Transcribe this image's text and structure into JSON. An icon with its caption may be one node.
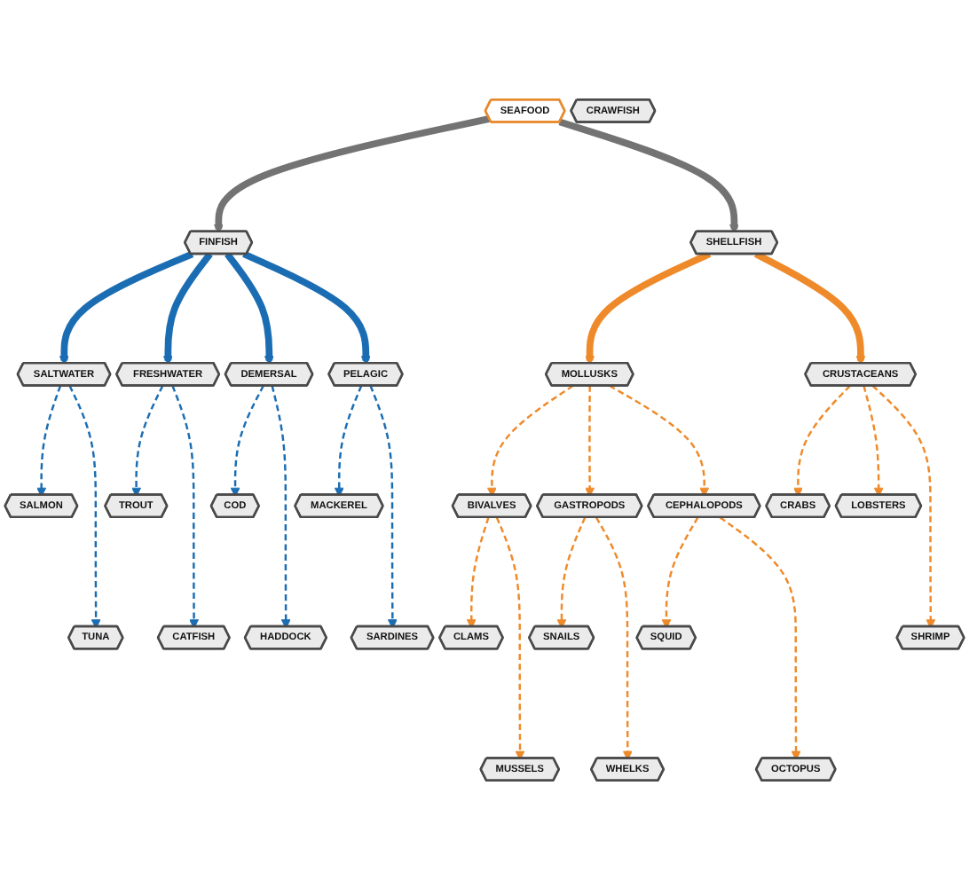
{
  "diagram": {
    "nodes": [
      {
        "text": [
          "SEAFOOD"
        ]
      },
      {
        "text": [
          "FINFISH"
        ]
      },
      {
        "text": [
          "SHELLFISH"
        ]
      },
      {
        "text": [
          "SALTWATER"
        ]
      },
      {
        "text": [
          "FRESHWATER"
        ]
      },
      {
        "text": [
          "DEMERSAL"
        ]
      },
      {
        "text": [
          "PELAGIC"
        ]
      },
      {
        "text": [
          "MOLLUSKS"
        ]
      },
      {
        "text": [
          "CRUSTACEANS"
        ]
      },
      {
        "text": [
          "SALMON"
        ]
      },
      {
        "text": [
          "TROUT"
        ]
      },
      {
        "text": [
          "COD"
        ]
      },
      {
        "text": [
          "MACKEREL"
        ]
      },
      {
        "text": [
          "BIVALVES"
        ]
      },
      {
        "text": [
          "GASTROPODS"
        ]
      },
      {
        "text": [
          "CEPHALOPODS"
        ]
      },
      {
        "text": [
          "CRABS"
        ]
      },
      {
        "text": [
          "LOBSTERS"
        ]
      },
      {
        "text": [
          "TUNA"
        ]
      },
      {
        "text": [
          "CATFISH"
        ]
      },
      {
        "text": [
          "HADDOCK"
        ]
      },
      {
        "text": [
          "SARDINES"
        ]
      },
      {
        "text": [
          "SHRIMP"
        ]
      },
      {
        "text": [
          "CRAWFISH"
        ]
      },
      {
        "text": [
          "CLAMS"
        ]
      },
      {
        "text": [
          "SNAILS"
        ]
      },
      {
        "text": [
          "SQUID"
        ]
      },
      {
        "text": [
          "MUSSELS"
        ]
      },
      {
        "text": [
          "WHELKS"
        ]
      },
      {
        "text": [
          "OCTOPUS"
        ]
      }
    ],
    "edges": [
      {
        "from": 0,
        "to": 1,
        "arrow": "to",
        "style": "thick",
        "color": "#737373"
      },
      {
        "from": 0,
        "to": 2,
        "arrow": "to",
        "style": "thick",
        "color": "#737373"
      },
      {
        "from": 1,
        "to": 3,
        "arrow": "to",
        "style": "thick",
        "color": "#1b6db3"
      },
      {
        "from": 1,
        "to": 4,
        "arrow": "to",
        "style": "thick",
        "color": "#1b6db3"
      },
      {
        "from": 1,
        "to": 5,
        "arrow": "to",
        "style": "thick",
        "color": "#1b6db3"
      },
      {
        "from": 1,
        "to": 6,
        "arrow": "to",
        "style": "thick",
        "color": "#1b6db3"
      },
      {
        "from": 3,
        "to": 9,
        "arrow": "to",
        "style": "dashed",
        "color": "#1b6db3"
      },
      {
        "from": 3,
        "to": 18,
        "arrow": "to",
        "style": "dashed",
        "color": "#1b6db3"
      },
      {
        "from": 4,
        "to": 10,
        "arrow": "to",
        "style": "dashed",
        "color": "#1b6db3"
      },
      {
        "from": 4,
        "to": 19,
        "arrow": "to",
        "style": "dashed",
        "color": "#1b6db3"
      },
      {
        "from": 5,
        "to": 11,
        "arrow": "to",
        "style": "dashed",
        "color": "#1b6db3"
      },
      {
        "from": 5,
        "to": 20,
        "arrow": "to",
        "style": "dashed",
        "color": "#1b6db3"
      },
      {
        "from": 6,
        "to": 12,
        "arrow": "to",
        "style": "dashed",
        "color": "#1b6db3"
      },
      {
        "from": 6,
        "to": 21,
        "arrow": "to",
        "style": "dashed",
        "color": "#1b6db3"
      },
      {
        "from": 2,
        "to": 7,
        "arrow": "to",
        "style": "thick",
        "color": "#ef8a2a"
      },
      {
        "from": 2,
        "to": 8,
        "arrow": "to",
        "style": "thick",
        "color": "#ef8a2a"
      },
      {
        "from": 7,
        "to": 13,
        "arrow": "to",
        "style": "dashed",
        "color": "#ef8a2a"
      },
      {
        "from": 7,
        "to": 14,
        "arrow": "to",
        "style": "dashed",
        "color": "#ef8a2a"
      },
      {
        "from": 7,
        "to": 15,
        "arrow": "to",
        "style": "dashed",
        "color": "#ef8a2a"
      },
      {
        "from": 13,
        "to": 24,
        "arrow": "to",
        "style": "dashed",
        "color": "#ef8a2a"
      },
      {
        "from": 13,
        "to": 27,
        "arrow": "to",
        "style": "dashed",
        "color": "#ef8a2a"
      },
      {
        "from": 14,
        "to": 25,
        "arrow": "to",
        "style": "dashed",
        "color": "#ef8a2a"
      },
      {
        "from": 14,
        "to": 28,
        "arrow": "to",
        "style": "dashed",
        "color": "#ef8a2a"
      },
      {
        "from": 15,
        "to": 26,
        "arrow": "to",
        "style": "dashed",
        "color": "#ef8a2a"
      },
      {
        "from": 15,
        "to": 29,
        "arrow": "to",
        "style": "dashed",
        "color": "#ef8a2a"
      },
      {
        "from": 8,
        "to": 16,
        "arrow": "to",
        "style": "dashed",
        "color": "#ef8a2a"
      },
      {
        "from": 8,
        "to": 17,
        "arrow": "to",
        "style": "dashed",
        "color": "#ef8a2a"
      },
      {
        "from": 8,
        "to": 22,
        "arrow": "to",
        "style": "dashed",
        "color": "#ef8a2a"
      }
    ]
  }
}
